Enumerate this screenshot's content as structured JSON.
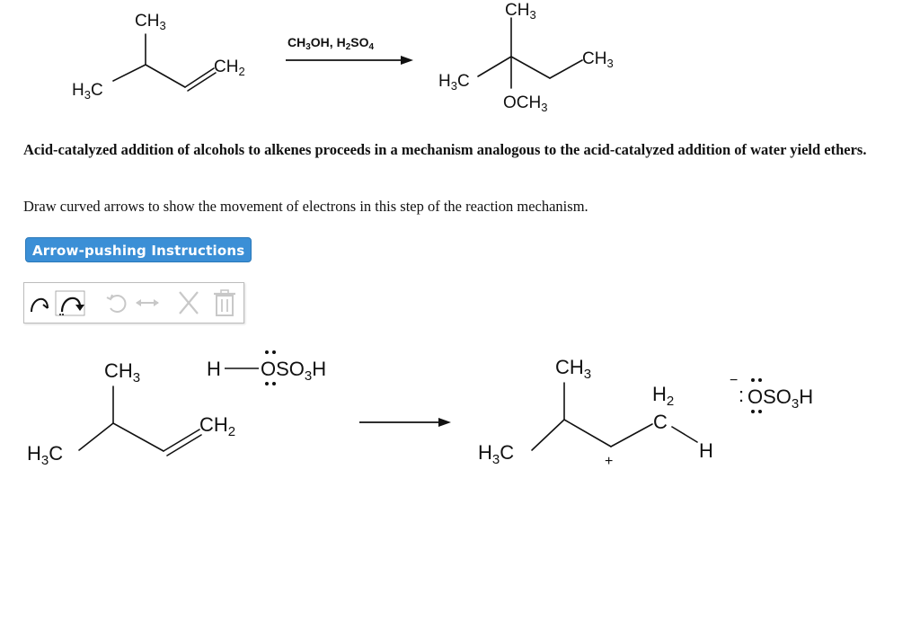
{
  "reaction": {
    "reactant": {
      "ch3_top": "CH3",
      "ch2": "CH2",
      "h3c": "H3C"
    },
    "conditions": "CH3OH, H2SO4",
    "product": {
      "ch3_top": "CH3",
      "ch3_right": "CH3",
      "h3c": "H3C",
      "och3": "OCH3"
    }
  },
  "question": {
    "prompt": "Acid-catalyzed addition of alcohols to alkenes proceeds in a mechanism analogous to the acid-catalyzed addition of water yield ethers.",
    "instruction": "Draw curved arrows to show the movement of electrons in this step of the reaction mechanism.",
    "help_button": "Arrow-pushing Instructions"
  },
  "toolbar": {
    "tools": [
      "single-electron-arrow",
      "electron-pair-arrow",
      "cycle-icon",
      "resonance-arrow",
      "delete-x",
      "trash"
    ]
  },
  "mechanism": {
    "left": {
      "ch3": "CH3",
      "ch2": "CH2",
      "h3c": "H3C",
      "acid": "H—OSO3H"
    },
    "right": {
      "ch3": "CH3",
      "h2": "H2",
      "c": "C",
      "h": "H",
      "h3c": "H3C",
      "plus": "+",
      "anion": "OSO3H",
      "minus": "−"
    }
  },
  "colors": {
    "accent": "#3b8fd6",
    "border": "#bdbdbd",
    "icon_gray": "#c8c8c8"
  }
}
